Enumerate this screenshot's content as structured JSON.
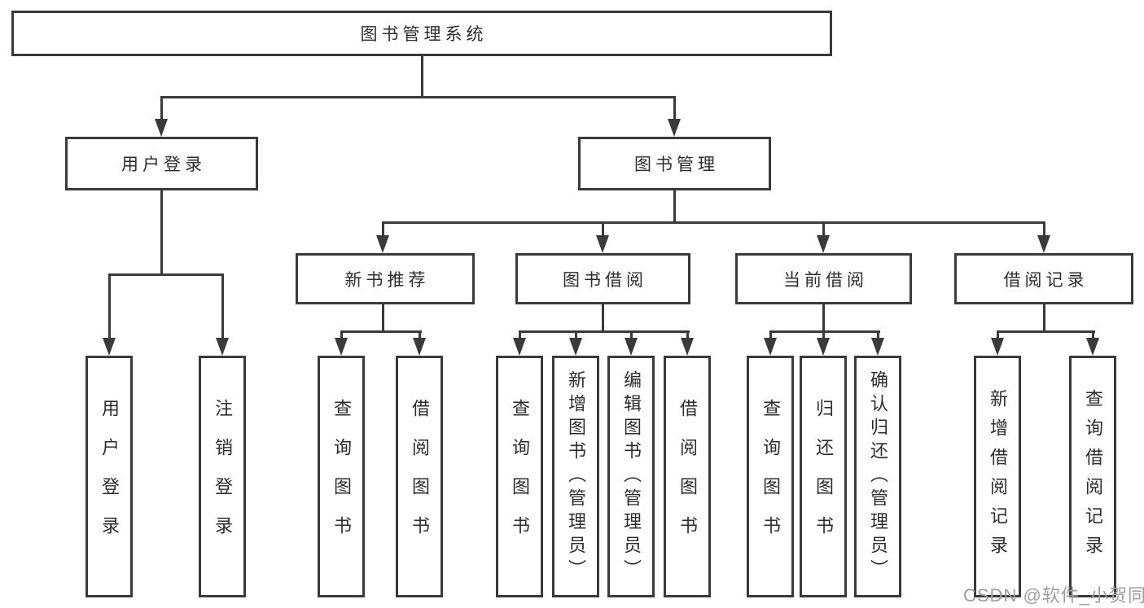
{
  "diagram": {
    "root": "图书管理系统",
    "login": {
      "label": "用户登录",
      "children": [
        "用户登录",
        "注销登录"
      ]
    },
    "management": {
      "label": "图书管理",
      "groups": [
        {
          "label": "新书推荐",
          "children": [
            "查询图书",
            "借阅图书"
          ]
        },
        {
          "label": "图书借阅",
          "children": [
            "查询图书",
            "新增图书（管理员）",
            "编辑图书（管理员）",
            "借阅图书"
          ]
        },
        {
          "label": "当前借阅",
          "children": [
            "查询图书",
            "归还图书",
            "确认归还（管理员）"
          ]
        },
        {
          "label": "借阅记录",
          "children": [
            "新增借阅记录",
            "查询借阅记录"
          ]
        }
      ]
    }
  },
  "watermark": "CSDN @软件_小贺同学",
  "colors": {
    "line": "#3a3a3a",
    "text": "#2d2d2d",
    "watermark": "#9e9e9e",
    "background": "#ffffff"
  }
}
